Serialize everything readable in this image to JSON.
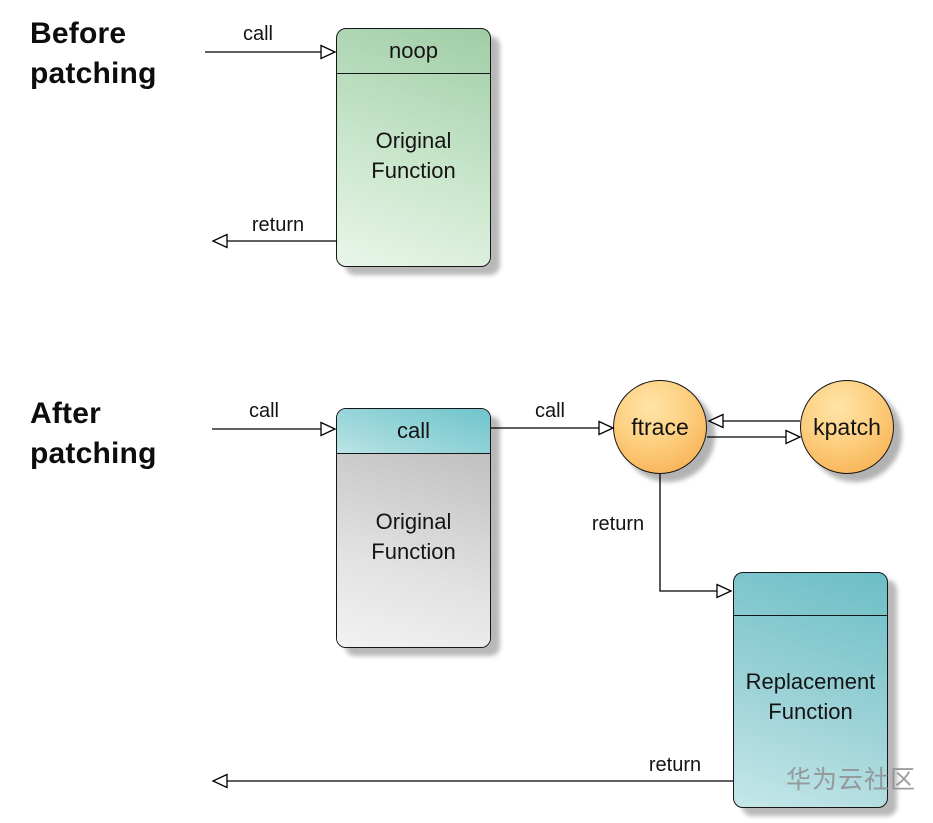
{
  "before": {
    "title": "Before\npatching",
    "call_label": "call",
    "return_label": "return",
    "original_box": {
      "header": "noop",
      "body": "Original Function"
    }
  },
  "after": {
    "title": "After\npatching",
    "call_in_label": "call",
    "call_out_label": "call",
    "return_mid_label": "return",
    "return_bottom_label": "return",
    "original_box": {
      "header": "call",
      "body": "Original Function"
    },
    "ftrace_label": "ftrace",
    "kpatch_label": "kpatch",
    "replacement_box": {
      "body": "Replacement Function"
    }
  },
  "watermark": "华为云社区",
  "colors": {
    "green_box_dark": "#9fcda5",
    "green_box_light": "#e9f6ea",
    "teal_header_dark": "#6ec4cc",
    "teal_header_light": "#bfe5e7",
    "gray_body_dark": "#c0c0c0",
    "gray_body_light": "#f2f2f2",
    "replacement_dark": "#6cbec6",
    "replacement_light": "#c6e7e9",
    "circle_highlight": "#ffe4a8",
    "circle_orange": "#f6a844",
    "line": "#000000",
    "text": "#141414",
    "watermark_gray": "#8e8e8e"
  }
}
